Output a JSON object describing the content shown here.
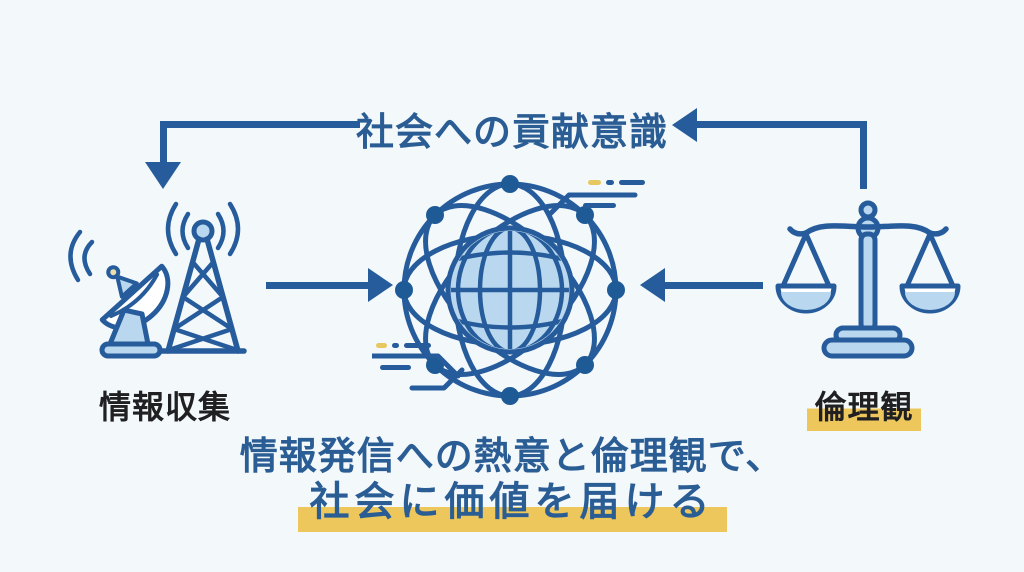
{
  "diagram": {
    "title_flow_label": "社会への貢献意識",
    "nodes": {
      "left": {
        "label": "情報収集",
        "icon": "satellite-dish-and-radio-tower-icon",
        "label_highlighted": false
      },
      "center": {
        "icon": "globe-network-icon"
      },
      "right": {
        "label": "倫理観",
        "icon": "balance-scale-icon",
        "label_highlighted": true
      }
    },
    "tagline": {
      "line1": "情報発信への熱意と倫理観で、",
      "line2": "社会に価値を届ける",
      "line2_highlighted": true
    },
    "arrows": [
      {
        "from": "title_flow_label",
        "to": "left_node",
        "direction": "down"
      },
      {
        "from": "right_node",
        "to": "title_flow_label",
        "direction": "left"
      },
      {
        "from": "left_node",
        "to": "center_node",
        "direction": "right"
      },
      {
        "from": "right_node",
        "to": "center_node",
        "direction": "left"
      }
    ],
    "palette": {
      "background": "#f3f8fb",
      "primary_blue": "#265c9b",
      "text_blue": "#2b5d95",
      "light_blue_fill": "#b9d7ee",
      "node_blue": "#1e5a96",
      "dark_label_text": "#202023",
      "highlight_yellow": "#edc75c",
      "accent_cream": "#ecdfae"
    }
  }
}
